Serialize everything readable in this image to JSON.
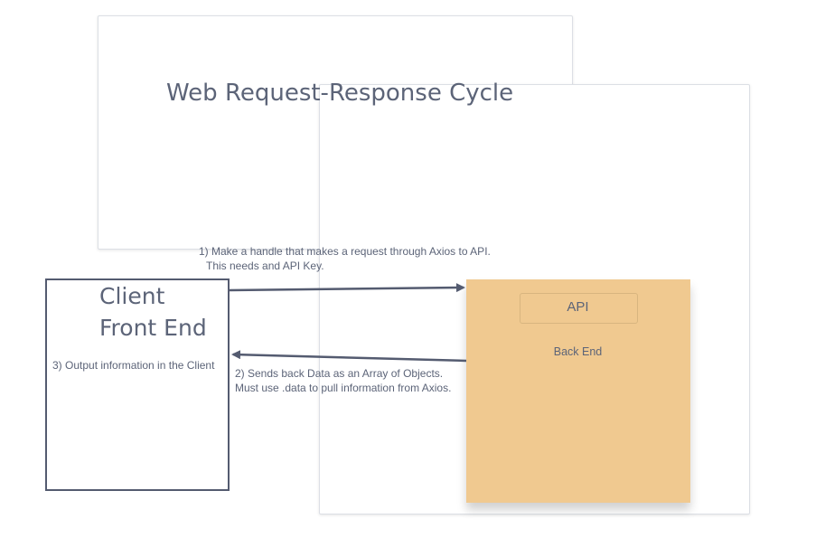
{
  "diagram": {
    "title": "Web Request-Response Cycle",
    "client": {
      "line1": "Client",
      "line2": "Front End",
      "step3": "3) Output information in the Client"
    },
    "api": {
      "label": "API",
      "sublabel": "Back End",
      "color": "#f0c990"
    },
    "step1": {
      "line1": "1)  Make a handle that makes a request through Axios to API.",
      "line2": "This needs and API Key."
    },
    "step2": {
      "line1": "2) Sends back Data as an Array of Objects.",
      "line2": "Must use .data to pull information from Axios."
    },
    "colors": {
      "text": "#5c6478",
      "arrow": "#545b70",
      "card_border": "#dcdfe5"
    }
  }
}
